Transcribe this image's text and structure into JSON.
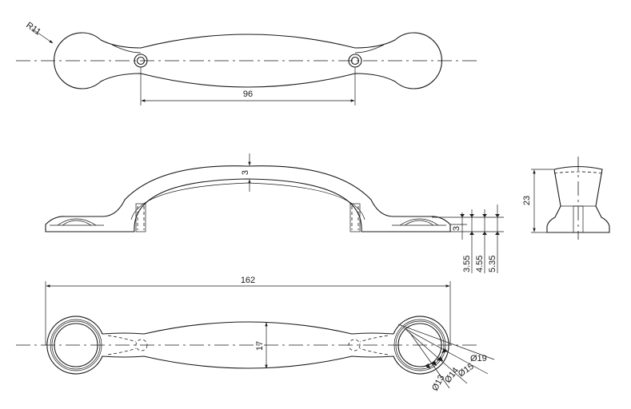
{
  "labels": {
    "radius": "R11",
    "hole_spacing": "96",
    "top_thickness": "3",
    "height": "23",
    "base_thickness": "3",
    "dim_355": "3.55",
    "dim_455": "4.55",
    "dim_535": "5.35",
    "overall_length": "162",
    "grip_width": "17",
    "d19": "Ø19",
    "d15": "Ø15",
    "d14": "Ø14",
    "d13": "Ø13"
  }
}
